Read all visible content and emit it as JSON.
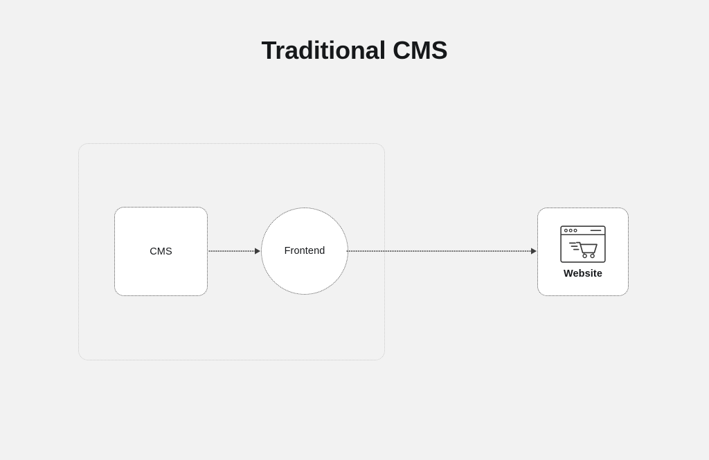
{
  "page": {
    "background_color": "#f2f2f2",
    "title": "Traditional CMS"
  },
  "diagram": {
    "type": "flow-diagram",
    "title": "Traditional CMS",
    "group": {
      "name": "monolith-group",
      "label": "",
      "border_style": "dotted",
      "border_color": "#c9c9c9"
    },
    "nodes": [
      {
        "id": "cms",
        "label": "CMS",
        "shape": "rounded-rectangle",
        "border_style": "dotted",
        "fill": "#ffffff",
        "inside_group": true
      },
      {
        "id": "frontend",
        "label": "Frontend",
        "shape": "circle",
        "border_style": "dotted",
        "fill": "#ffffff",
        "inside_group": true
      },
      {
        "id": "website",
        "label": "Website",
        "shape": "rounded-rectangle",
        "border_style": "dotted",
        "fill": "#ffffff",
        "icon": "browser-cart-icon",
        "inside_group": false
      }
    ],
    "edges": [
      {
        "id": "cms-to-frontend",
        "from": "cms",
        "to": "frontend",
        "style": "dotted",
        "arrowhead": "end",
        "label": ""
      },
      {
        "id": "frontend-to-website",
        "from": "frontend",
        "to": "website",
        "style": "dotted",
        "arrowhead": "end",
        "label": ""
      }
    ],
    "colors": {
      "stroke": "#4a4a4a",
      "group_stroke": "#c9c9c9",
      "text": "#15171a",
      "node_fill": "#ffffff"
    }
  }
}
